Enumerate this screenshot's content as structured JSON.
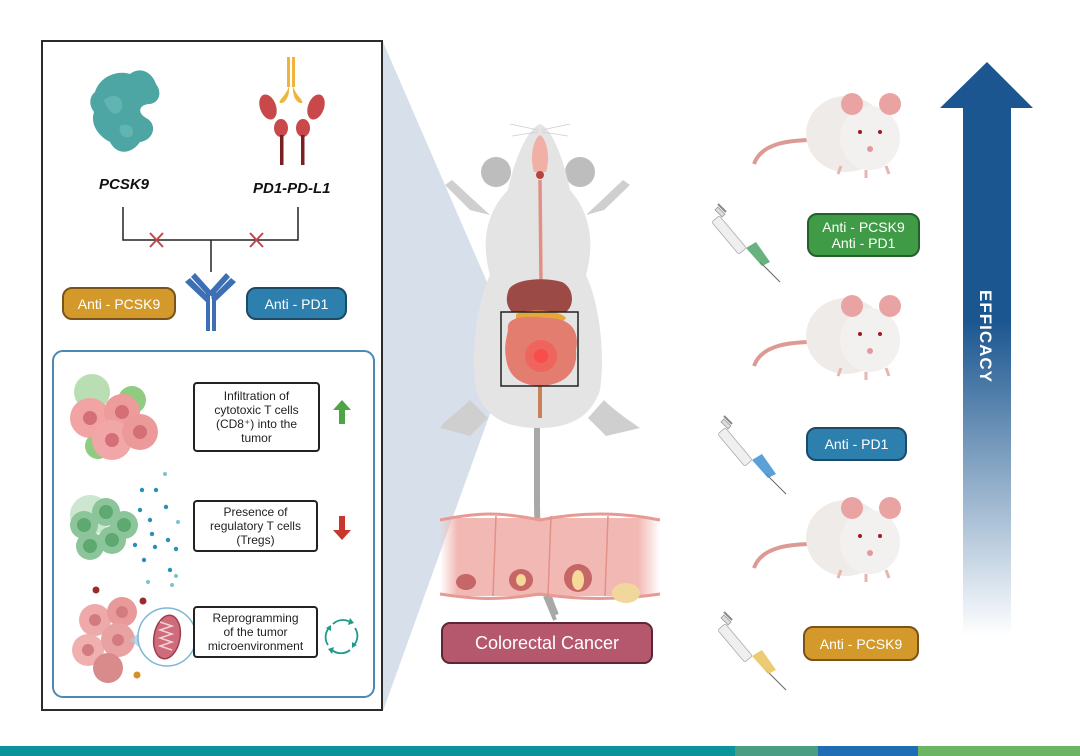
{
  "left_panel": {
    "targets": [
      {
        "label": "PCSK9",
        "icon": "pcsk9-protein-icon"
      },
      {
        "label": "PD1-PD-L1",
        "icon": "pd1-pdl1-receptor-icon"
      }
    ],
    "blocked_marker": "✕",
    "antibody_icon": "antibody-icon",
    "treatments": [
      {
        "label": "Anti - PCSK9",
        "color": "#d39a2b"
      },
      {
        "label": "Anti - PD1",
        "color": "#2d7fad"
      }
    ],
    "effects": [
      {
        "text": "Infiltration of cytotoxic T cells (CD8⁺) into the tumor",
        "lines": [
          "Infiltration of",
          "cytotoxic T cells",
          "(CD8⁺) into the",
          "tumor"
        ],
        "indicator": "arrow-up-icon",
        "indicator_color": "#4ea545",
        "direction": "increase"
      },
      {
        "text": "Presence of regulatory T cells (Tregs)",
        "lines": [
          "Presence of",
          "regulatory T cells",
          "(Tregs)"
        ],
        "indicator": "arrow-down-icon",
        "indicator_color": "#c9372c",
        "direction": "decrease"
      },
      {
        "text": "Reprogramming of the tumor microenvironment",
        "lines": [
          "Reprogramming",
          "of the tumor",
          "microenvironment"
        ],
        "indicator": "cycle-arrows-icon",
        "indicator_color": "#1e9a8e",
        "direction": "change"
      }
    ]
  },
  "center": {
    "disease_label": "Colorectal Cancer",
    "disease_color": "#b5586e"
  },
  "right_panel": {
    "efficacy_label": "EFFICACY",
    "arrow_color": "#1b5690",
    "groups": [
      {
        "treatment_lines": [
          "Anti - PCSK9",
          "Anti - PD1"
        ],
        "syringe_color": "#4ea56a",
        "pill_color": "#3f9b46",
        "rank": 1
      },
      {
        "treatment_lines": [
          "Anti - PD1"
        ],
        "syringe_color": "#3f8fd1",
        "pill_color": "#2d7fad",
        "rank": 2
      },
      {
        "treatment_lines": [
          "Anti - PCSK9"
        ],
        "syringe_color": "#e9c763",
        "pill_color": "#d39a2b",
        "rank": 3
      }
    ]
  },
  "footer_bar": {
    "colors": [
      "#0a9399",
      "#4a9c82",
      "#1e6db5",
      "#6bb565"
    ]
  }
}
